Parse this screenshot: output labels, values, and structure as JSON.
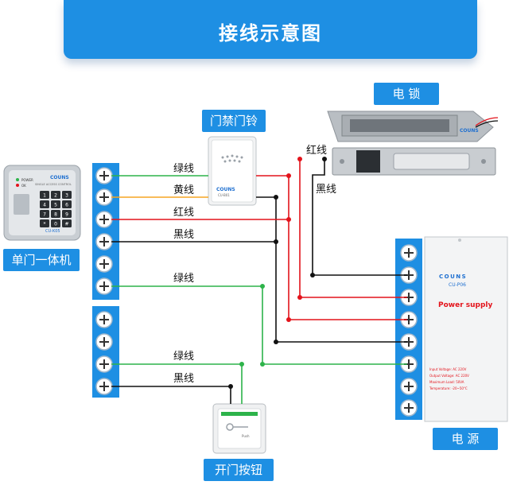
{
  "header": {
    "title": "接线示意图"
  },
  "devices": {
    "keypad": {
      "label": "单门一体机",
      "brand": "COUNS",
      "model": "CU-K05",
      "led_power": "POWER",
      "led_ok": "OK",
      "subtitle": "SINGLE ACCESS CONTROL",
      "keys": [
        "1",
        "2",
        "3",
        "4",
        "5",
        "6",
        "7",
        "8",
        "9",
        "*",
        "0",
        "#"
      ]
    },
    "doorbell": {
      "label": "门禁门铃",
      "brand": "COUNS",
      "model": "CU-B01"
    },
    "lock": {
      "label": "电 锁",
      "brand": "COUNS"
    },
    "power": {
      "label": "电 源",
      "brand": "COUNS",
      "model": "CU-P06",
      "title": "Power supply",
      "specs": [
        "Input Voltage: AC 220V",
        "Output Voltage: AC 220V",
        "Maximum Load: 50VA",
        "Temperature: -20~50°C"
      ]
    },
    "button": {
      "label": "开门按钮",
      "text": "Push"
    }
  },
  "wires": {
    "keypad_wires": [
      "绿线",
      "黄线",
      "红线",
      "黑线",
      "绿线"
    ],
    "button_wires": [
      "绿线",
      "黑线"
    ],
    "lock_wires": [
      "红线",
      "黑线"
    ]
  },
  "colors": {
    "accent": "#1e8fe3",
    "green": "#2db34a",
    "yellow": "#f5a623",
    "red": "#e3131b",
    "black": "#111111",
    "terminal": "#1e8fe3"
  }
}
